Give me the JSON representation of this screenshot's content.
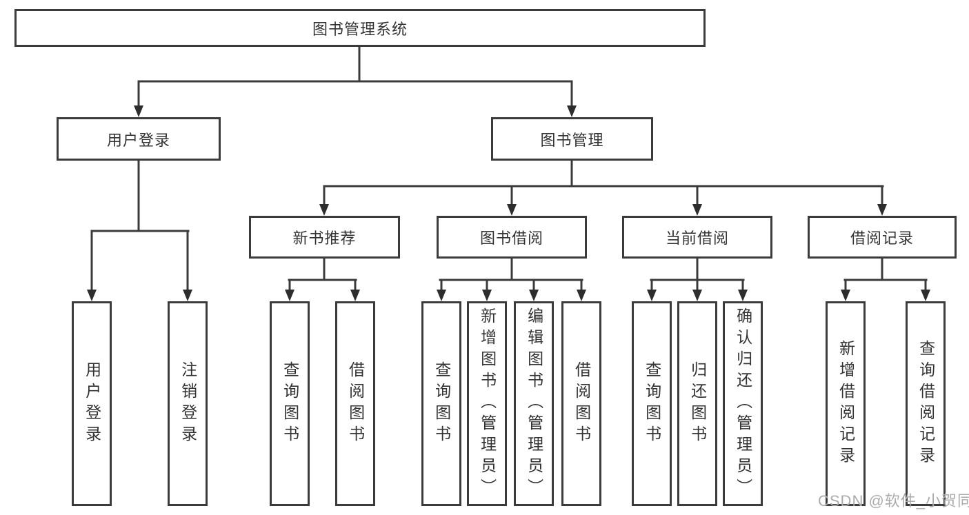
{
  "colors": {
    "line": "#3b3b3b",
    "arrow": "#2d2d2d",
    "text": "#333333",
    "background": "#ffffff",
    "watermark": "#ababab"
  },
  "diagram": {
    "root": {
      "label": "图书管理系统"
    },
    "branches": [
      {
        "label": "用户登录",
        "children": [
          {
            "label": "用户登录"
          },
          {
            "label": "注销登录"
          }
        ]
      },
      {
        "label": "图书管理",
        "children": [
          {
            "label": "新书推荐",
            "children": [
              {
                "label": "查询图书"
              },
              {
                "label": "借阅图书"
              }
            ]
          },
          {
            "label": "图书借阅",
            "children": [
              {
                "label": "查询图书"
              },
              {
                "label": "新增图书（管理员）"
              },
              {
                "label": "编辑图书（管理员）"
              },
              {
                "label": "借阅图书"
              }
            ]
          },
          {
            "label": "当前借阅",
            "children": [
              {
                "label": "查询图书"
              },
              {
                "label": "归还图书"
              },
              {
                "label": "确认归还（管理员）"
              }
            ]
          },
          {
            "label": "借阅记录",
            "children": [
              {
                "label": "新增借阅记录"
              },
              {
                "label": "查询借阅记录"
              }
            ]
          }
        ]
      }
    ]
  },
  "watermark": {
    "text": "CSDN @软件_小贺同学"
  }
}
